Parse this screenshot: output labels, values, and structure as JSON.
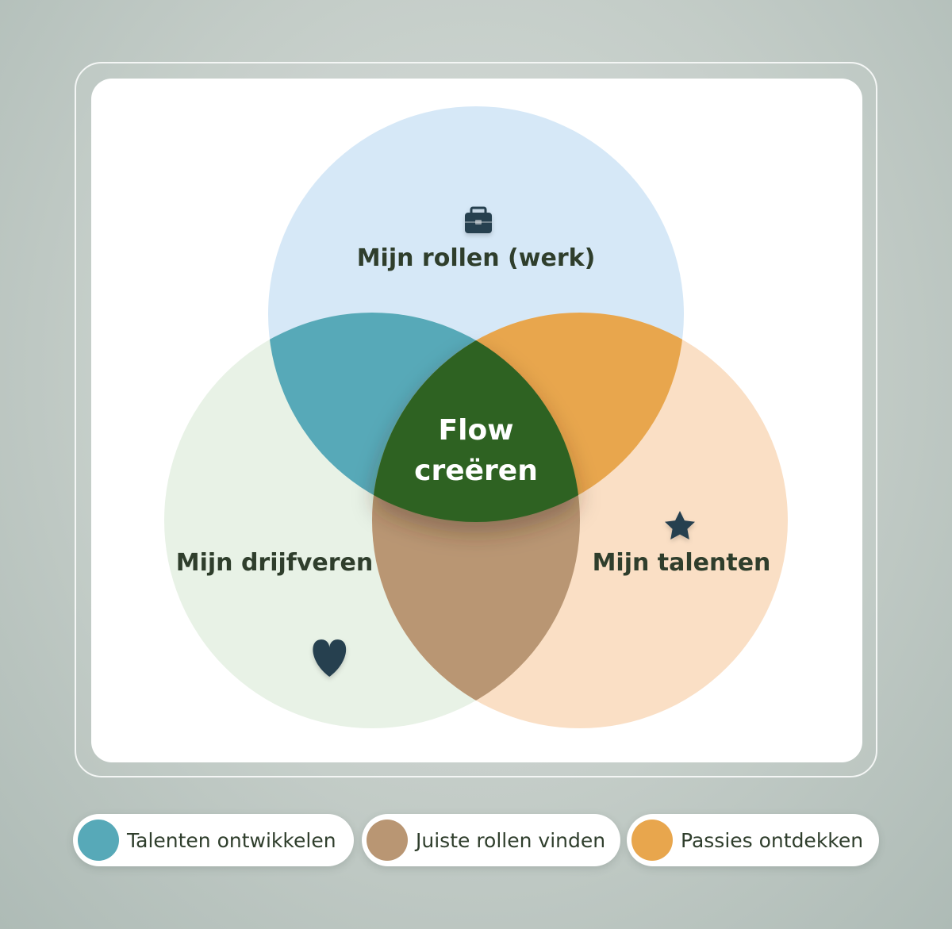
{
  "diagram": {
    "circles": [
      {
        "label": "Mijn rollen (werk)",
        "icon": "briefcase-icon",
        "color": "#d6e8f7"
      },
      {
        "label": "Mijn drijfveren",
        "icon": "heart-icon",
        "color": "#e8f2e6"
      },
      {
        "label": "Mijn talenten",
        "icon": "star-icon",
        "color": "#fadfc5"
      }
    ],
    "overlaps": {
      "rollen_drijfveren": {
        "color": "#57a9b8"
      },
      "rollen_talenten": {
        "color": "#e8a64d"
      },
      "drijfveren_talenten": {
        "color": "#b99673"
      }
    },
    "center": {
      "line1": "Flow",
      "line2": "creëren",
      "color": "#2d6223"
    },
    "icon_color": "#263f4f",
    "text_color": "#2f3e2c"
  },
  "legend": [
    {
      "label": "Talenten ontwikkelen",
      "color": "#57a9b8"
    },
    {
      "label": "Juiste rollen vinden",
      "color": "#b99673"
    },
    {
      "label": "Passies ontdekken",
      "color": "#e8a64d"
    }
  ]
}
